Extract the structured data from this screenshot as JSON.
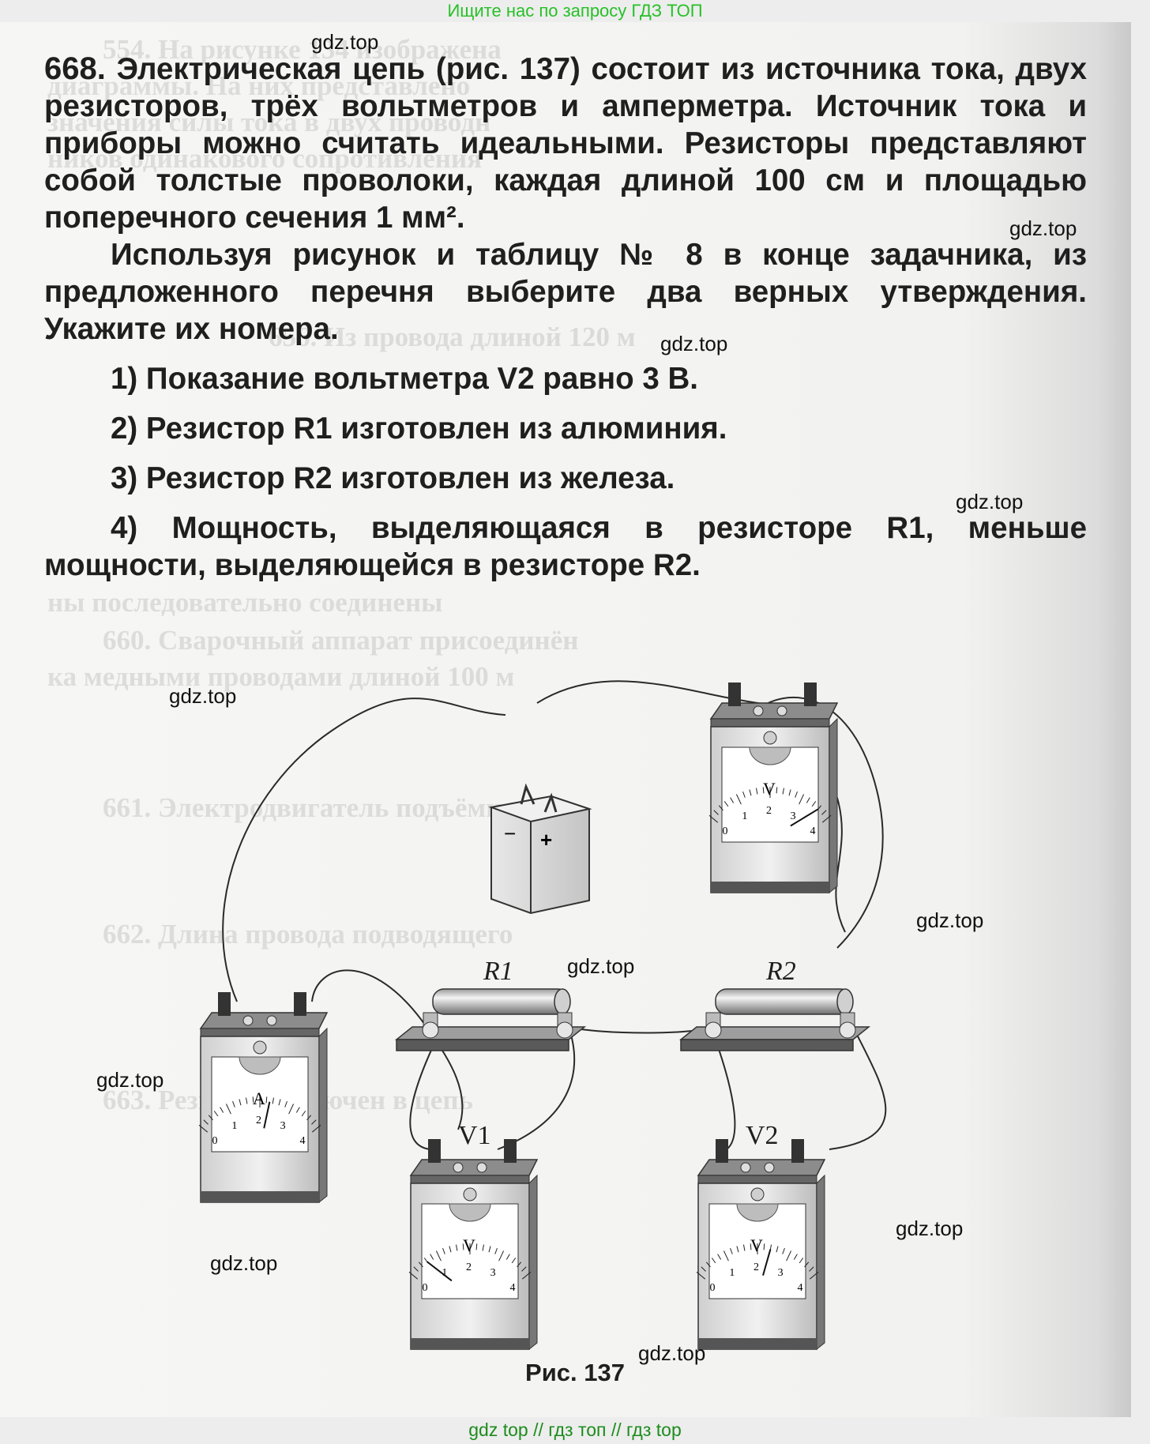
{
  "banner": {
    "top": "Ищите нас по запросу ГДЗ ТОП",
    "bottom": "gdz top  //  гдз топ  //  гдз top"
  },
  "problem": {
    "number": "668.",
    "p1": "Электрическая цепь (рис. 137) состоит из источника тока, двух резисторов, трёх вольтметров и амперметра. Источник тока и приборы можно считать идеальными. Резисторы представляют собой толстые проволоки, каждая длиной 100 см и площадью поперечного сечения 1 мм².",
    "p2": "Используя рисунок и таблицу № 8 в конце задачника, из предложенного перечня выберите два верных утверждения. Укажите их номера.",
    "options": [
      "1) Показание вольтметра V2 равно 3 В.",
      "2) Резистор R1 изготовлен из алюминия.",
      "3) Резистор R2 изготовлен из железа.",
      "4) Мощность, выделяющаяся в резисторе R1, меньше мощности, выделяющейся в резисторе R2."
    ]
  },
  "figure": {
    "caption": "Рис. 137",
    "r1_label": "R1",
    "r2_label": "R2",
    "v1_label": "V1",
    "v2_label": "V2",
    "meter_v_letter": "V",
    "meter_a_letter": "A",
    "scale_ticks": [
      "0",
      "1",
      "2",
      "3",
      "4"
    ],
    "battery_minus": "−",
    "battery_plus": "+",
    "readings": {
      "voltmeter_top": 3.6,
      "ammeter": 2.3,
      "v1": 0.6,
      "v2": 2.4
    }
  },
  "watermark": "gdz.top",
  "bleed_through": [
    "554. На рисунке 134 изображена",
    "диаграммы. На них представлено",
    "значения силы тока в двух проводн",
    "ников одинакового сопротивления",
    "656. Из провода длиной 120 м",
    "ны последовательно соединены",
    "660. Сварочный аппарат присоединён",
    "ка медными проводами длиной 100 м",
    "661. Электродвигатель подъёмного",
    "662. Длина провода подводящего",
    "663. Резистор включен в цепь"
  ]
}
